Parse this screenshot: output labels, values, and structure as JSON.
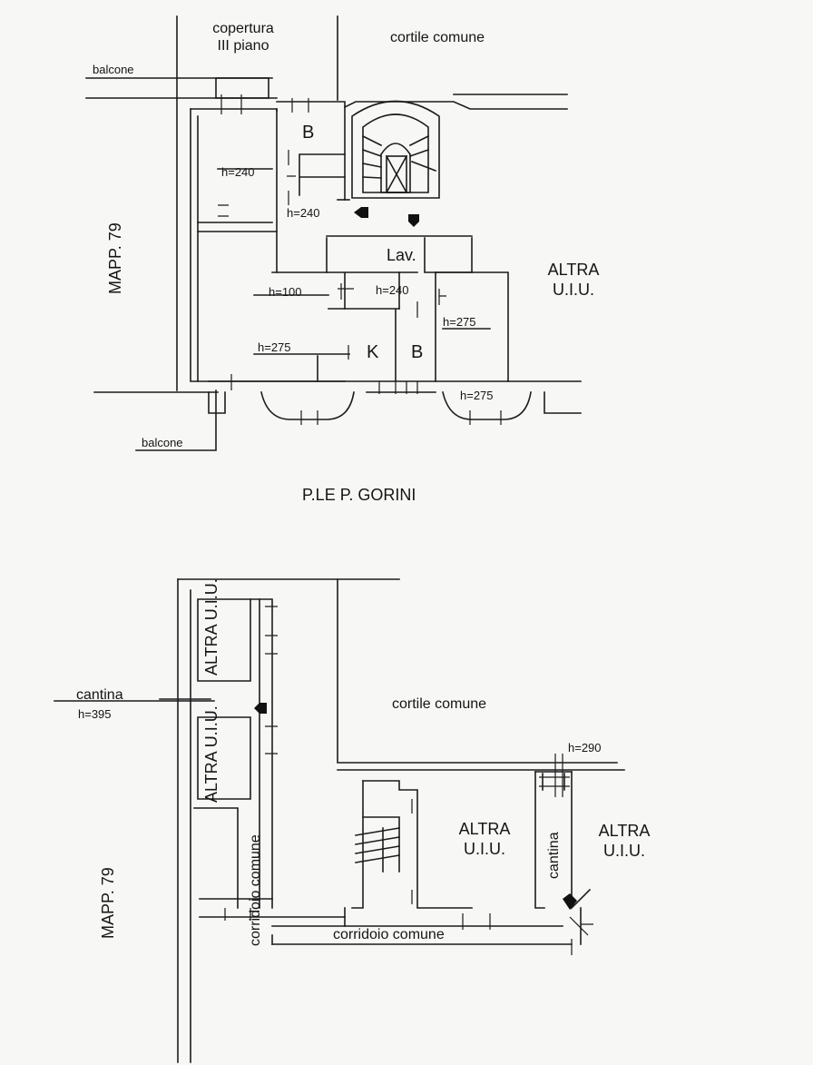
{
  "upper_plan": {
    "copertura": [
      "copertura",
      "III piano"
    ],
    "cortile": "cortile comune",
    "balcone_top": "balcone",
    "balcone_bottom": "balcone",
    "mapp": "MAPP. 79",
    "altra": [
      "ALTRA",
      "U.I.U."
    ],
    "rooms": {
      "b_top": "B",
      "lav": "Lav.",
      "k": "K",
      "b_bottom": "B"
    },
    "heights": {
      "h240_a": "h=240",
      "h240_b": "h=240",
      "h240_c": "h=240",
      "h100": "h=100",
      "h275_a": "h=275",
      "h275_b": "h=275",
      "h275_c": "h=275"
    },
    "piazzale": "P.LE P. GORINI"
  },
  "lower_plan": {
    "altra_left_1": "ALTRA U.I.U.",
    "altra_left_2": "ALTRA U.I.U.",
    "cantina": "cantina",
    "h395": "h=395",
    "cortile": "cortile comune",
    "h290": "h=290",
    "altra_mid": [
      "ALTRA",
      "U.I.U."
    ],
    "altra_right": [
      "ALTRA",
      "U.I.U."
    ],
    "cantina_right": "cantina",
    "corridoio_v": "corridoio comune",
    "corridoio_h": "corridoio comune",
    "mapp": "MAPP. 79"
  }
}
